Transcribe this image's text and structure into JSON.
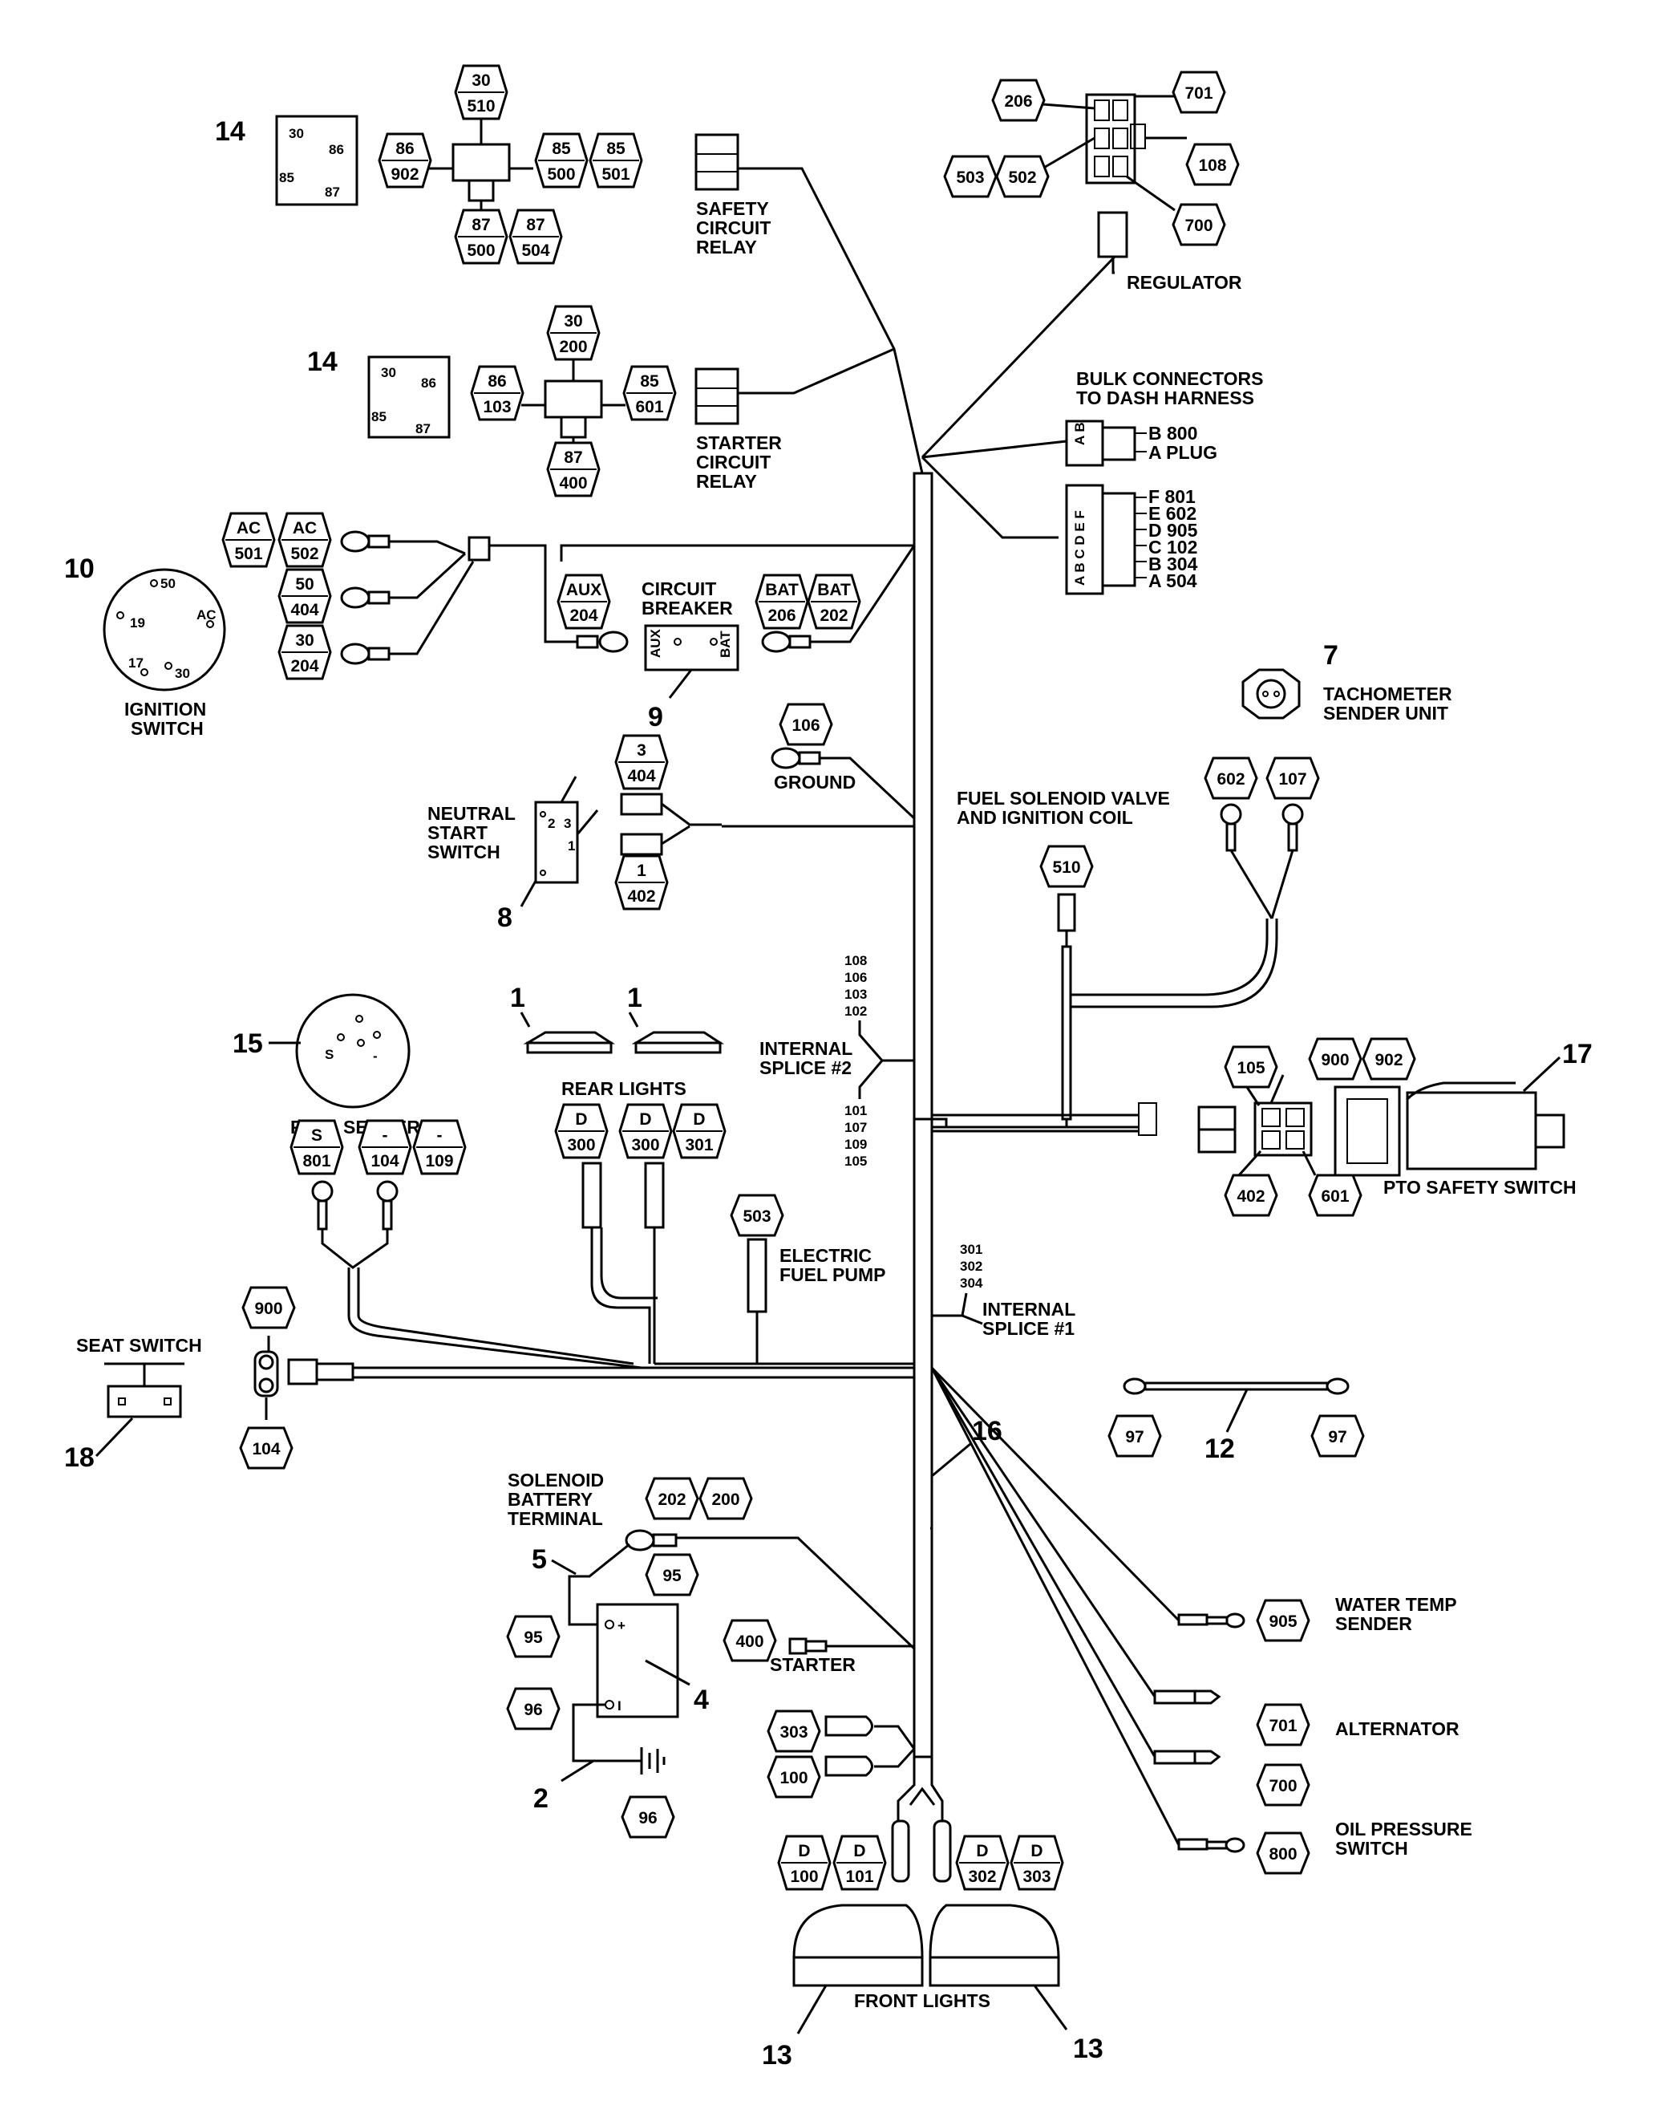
{
  "labels": {
    "safety_relay": [
      "SAFETY",
      "CIRCUIT",
      "RELAY"
    ],
    "starter_relay": [
      "STARTER",
      "CIRCUIT",
      "RELAY"
    ],
    "regulator": "REGULATOR",
    "bulk": [
      "BULK CONNECTORS",
      "TO DASH HARNESS"
    ],
    "bulk_a": [
      "B 800",
      "A PLUG"
    ],
    "bulk_b": [
      "F 801",
      "E 602",
      "D 905",
      "C 102",
      "B 304",
      "A 504"
    ],
    "bulk_a_pins": "A B",
    "bulk_b_pins": "A B C D E F",
    "ignition": [
      "IGNITION",
      "SWITCH"
    ],
    "ignition_pins": [
      "50",
      "19",
      "AC",
      "17",
      "30"
    ],
    "circuit_breaker": [
      "CIRCUIT",
      "BREAKER"
    ],
    "cb_aux": "AUX",
    "cb_bat": "BAT",
    "ground": "GROUND",
    "neutral": [
      "NEUTRAL",
      "START",
      "SWITCH"
    ],
    "neutral_pins": [
      "2",
      "3",
      "1"
    ],
    "tach": [
      "TACHOMETER",
      "SENDER UNIT"
    ],
    "fuel_solenoid": [
      "FUEL SOLENOID VALVE",
      "AND IGNITION COIL"
    ],
    "splice2": [
      "INTERNAL",
      "SPLICE #2"
    ],
    "splice2_top": [
      "108",
      "106",
      "103",
      "102"
    ],
    "splice2_bot": [
      "101",
      "107",
      "109",
      "105"
    ],
    "rear_lights": "REAR LIGHTS",
    "fuel_sender": "FUEL SENDER",
    "fuel_sender_pins": [
      "S",
      "-"
    ],
    "pto": "PTO SAFETY SWITCH",
    "fuel_pump": [
      "ELECTRIC",
      "FUEL PUMP"
    ],
    "splice1": [
      "INTERNAL",
      "SPLICE #1"
    ],
    "splice1_top": [
      "301",
      "302",
      "304"
    ],
    "seat": "SEAT SWITCH",
    "solenoid": [
      "SOLENOID",
      "BATTERY",
      "TERMINAL"
    ],
    "starter": "STARTER",
    "water": [
      "WATER TEMP",
      "SENDER"
    ],
    "alternator": "ALTERNATOR",
    "oil": [
      "OIL PRESSURE",
      "SWITCH"
    ],
    "front_lights": "FRONT LIGHTS",
    "relay_pins": [
      "30",
      "86",
      "85",
      "87"
    ]
  },
  "callouts": {
    "c14a": "14",
    "c14b": "14",
    "c10": "10",
    "c9": "9",
    "c8": "8",
    "c7": "7",
    "c15": "15",
    "c1a": "1",
    "c1b": "1",
    "c17": "17",
    "c18": "18",
    "c12": "12",
    "c16": "16",
    "c5": "5",
    "c4": "4",
    "c2": "2",
    "c13a": "13",
    "c13b": "13"
  },
  "tags": {
    "t30_510": [
      "30",
      "510"
    ],
    "t86_902": [
      "86",
      "902"
    ],
    "t85_500": [
      "85",
      "500"
    ],
    "t85_501": [
      "85",
      "501"
    ],
    "t87_500": [
      "87",
      "500"
    ],
    "t87_504": [
      "87",
      "504"
    ],
    "t30_200": [
      "30",
      "200"
    ],
    "t86_103": [
      "86",
      "103"
    ],
    "t85_601": [
      "85",
      "601"
    ],
    "t87_400": [
      "87",
      "400"
    ],
    "t206": [
      "206"
    ],
    "t701a": [
      "701"
    ],
    "t503": [
      "503"
    ],
    "t502": [
      "502"
    ],
    "t108": [
      "108"
    ],
    "t700a": [
      "700"
    ],
    "tac501": [
      "AC",
      "501"
    ],
    "tac502": [
      "AC",
      "502"
    ],
    "t50_404": [
      "50",
      "404"
    ],
    "t30_204": [
      "30",
      "204"
    ],
    "taux204": [
      "AUX",
      "204"
    ],
    "tbat206": [
      "BAT",
      "206"
    ],
    "tbat202": [
      "BAT",
      "202"
    ],
    "t106": [
      "106"
    ],
    "t3_404": [
      "3",
      "404"
    ],
    "t1_402": [
      "1",
      "402"
    ],
    "t602": [
      "602"
    ],
    "t107": [
      "107"
    ],
    "t510": [
      "510"
    ],
    "tD300a": [
      "D",
      "300"
    ],
    "tD300b": [
      "D",
      "300"
    ],
    "tD301": [
      "D",
      "301"
    ],
    "tS801": [
      "S",
      "801"
    ],
    "tm104": [
      "-",
      "104"
    ],
    "tm109": [
      "-",
      "109"
    ],
    "t105": [
      "105"
    ],
    "t900a": [
      "900"
    ],
    "t902": [
      "902"
    ],
    "t402": [
      "402"
    ],
    "t601": [
      "601"
    ],
    "t503b": [
      "503"
    ],
    "t900b": [
      "900"
    ],
    "t104": [
      "104"
    ],
    "t97a": [
      "97"
    ],
    "t97b": [
      "97"
    ],
    "t202": [
      "202"
    ],
    "t200": [
      "200"
    ],
    "t95a": [
      "95"
    ],
    "t95b": [
      "95"
    ],
    "t96a": [
      "96"
    ],
    "t96b": [
      "96"
    ],
    "t400": [
      "400"
    ],
    "t303": [
      "303"
    ],
    "t100": [
      "100"
    ],
    "tD100": [
      "D",
      "100"
    ],
    "tD101": [
      "D",
      "101"
    ],
    "tD302": [
      "D",
      "302"
    ],
    "tD303": [
      "D",
      "303"
    ],
    "t905": [
      "905"
    ],
    "t701b": [
      "701"
    ],
    "t700b": [
      "700"
    ],
    "t800": [
      "800"
    ]
  }
}
